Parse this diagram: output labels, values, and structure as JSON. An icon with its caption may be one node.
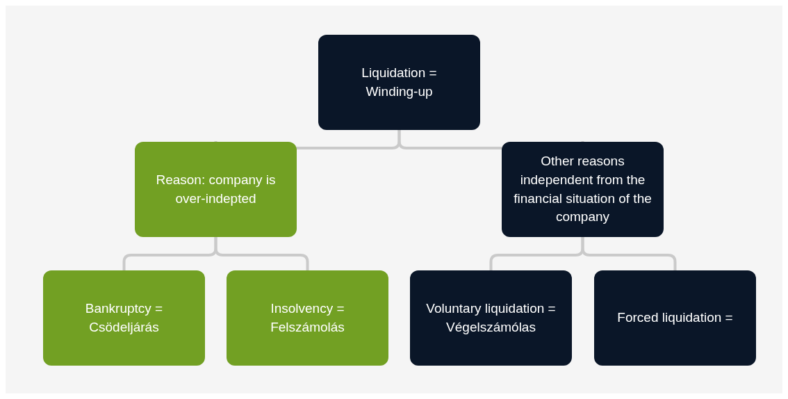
{
  "diagram": {
    "nodes": [
      {
        "text": [
          "Liquidation = Winding-up"
        ]
      },
      {
        "text": [
          "Reason: company is over-indepted"
        ]
      },
      {
        "text": [
          "Other reasons independent from the financial situation of the company"
        ]
      },
      {
        "text": [
          "Bankruptcy = Csödeljárás"
        ]
      },
      {
        "text": [
          "Insolvency = Felszámolás"
        ]
      },
      {
        "text": [
          "Voluntary liquidation = Végelszámólas"
        ]
      },
      {
        "text": [
          "Forced liquidation ="
        ]
      }
    ],
    "edges": [
      {
        "from": 0,
        "to": 1,
        "arrow": "none"
      },
      {
        "from": 0,
        "to": 2,
        "arrow": "none"
      },
      {
        "from": 1,
        "to": 3,
        "arrow": "none"
      },
      {
        "from": 1,
        "to": 4,
        "arrow": "none"
      },
      {
        "from": 2,
        "to": 5,
        "arrow": "none"
      },
      {
        "from": 2,
        "to": 6,
        "arrow": "none"
      }
    ]
  }
}
